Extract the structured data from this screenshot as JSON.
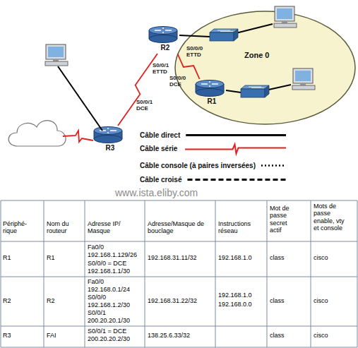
{
  "diagram": {
    "nodes": [
      {
        "text": [
          "Zone 0"
        ]
      },
      {
        "text": [
          "R2"
        ]
      },
      {
        "text": [
          "R1"
        ],
        "in": 0
      },
      {
        "text": [
          "R3"
        ]
      }
    ],
    "edges": [
      {
        "from": 3,
        "to": 1,
        "arrow": "none"
      },
      {
        "from": 1,
        "to": 2,
        "arrow": "none"
      }
    ],
    "labels": [
      "S0/0/1 ETTD",
      "S0/0/1 DCE",
      "S0/0/0 ETTD",
      "S0/0/0 DCE",
      "www.ista.eliby.com",
      "Périphé- rique",
      "Nom du routeur",
      "Adresse IP/ Masque",
      "Adresse/Masque de bouclage",
      "Instructions réseau",
      "Mot de passe secret actif",
      "Mots de passe enable, vty et console",
      "R1",
      "R1",
      "Fa0/0",
      "192.168.1.129/26",
      "S0/0/0 = DCE",
      "192.168.1.1/30",
      "192.168.31.11/32",
      "192.168.1.0",
      "class",
      "cisco",
      "R2",
      "R2",
      "Fa0/0",
      "192.168.0.1/24",
      "S0/0/0",
      "192.168.1.2/30",
      "S0/0/1",
      "200.20.20.1/30",
      "192.168.31.22/32",
      "192.168.1.0",
      "192.168.0.0",
      "class",
      "cisco",
      "R3",
      "FAI",
      "S0/0/1 = DCE",
      "200.20.20.2/30",
      "138.25.6.33/32",
      "class",
      "cisco"
    ],
    "legend": [
      {
        "text": "Câble direct"
      },
      {
        "text": "Câble série"
      },
      {
        "text": "Câble console (à paires inversées)"
      },
      {
        "text": "Câble croisé"
      }
    ]
  }
}
